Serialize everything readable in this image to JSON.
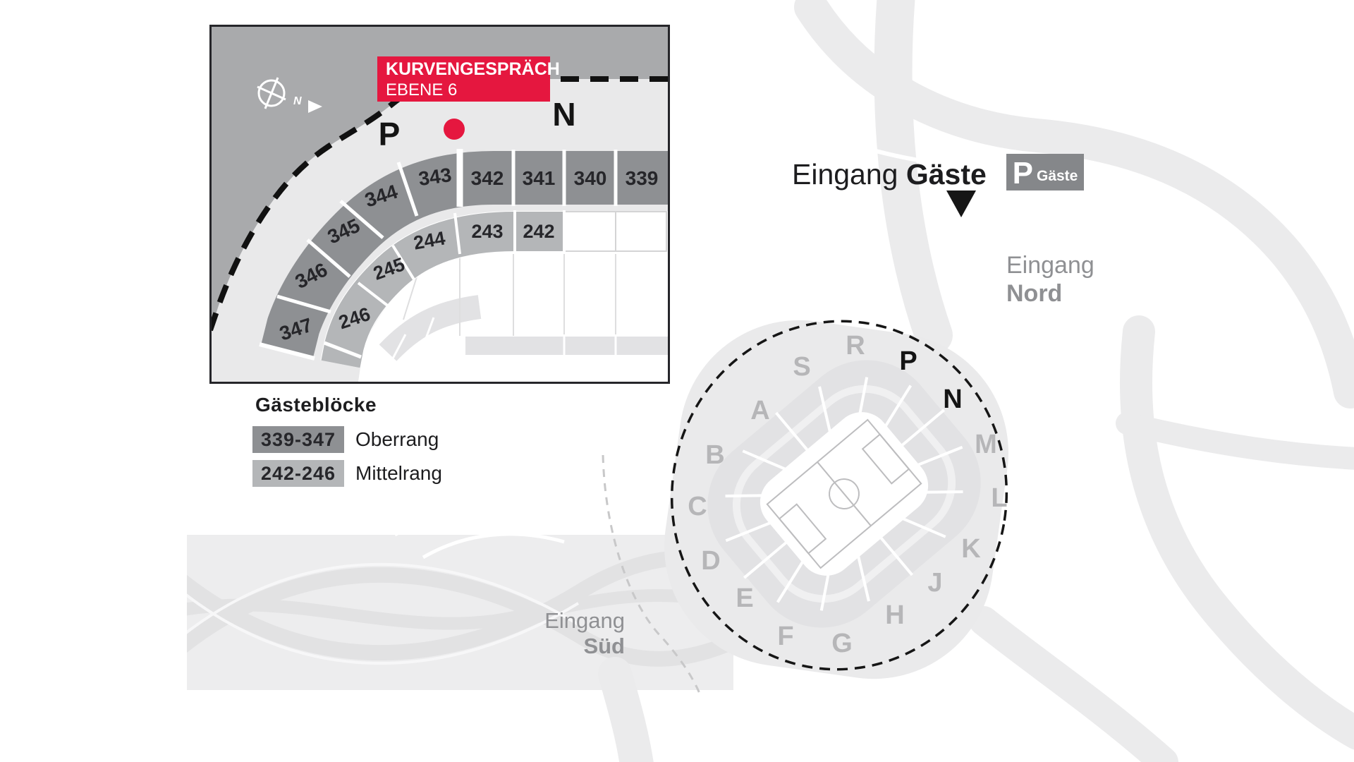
{
  "colors": {
    "accent_red": "#e5173f",
    "oberrang_gray": "#8e9093",
    "mittelrang_gray": "#b4b6b8",
    "inset_dark_gray": "#a9aaac",
    "badge_gray": "#85878a",
    "section_letter_gray": "#b6b6b8"
  },
  "inset": {
    "callout": {
      "title": "KURVENGESPRÄCH",
      "subtitle": "EBENE 6"
    },
    "compass": {
      "label": "N"
    },
    "stand_left": "P",
    "stand_right": "N",
    "oberrang": [
      "339",
      "340",
      "341",
      "342",
      "343",
      "344",
      "345",
      "346",
      "347"
    ],
    "mittelrang": [
      "242",
      "243",
      "244",
      "245",
      "246"
    ]
  },
  "legend": {
    "title": "Gästeblöcke",
    "items": [
      {
        "range": "339-347",
        "name": "Oberrang",
        "color": "#8e9093"
      },
      {
        "range": "242-246",
        "name": "Mittelrang",
        "color": "#b4b6b8"
      }
    ]
  },
  "labels": {
    "entrance_gaeste": {
      "prefix": "Eingang ",
      "name": "Gäste"
    },
    "entrance_nord": {
      "prefix": "Eingang",
      "name": "Nord"
    },
    "entrance_sued": {
      "prefix": "Eingang",
      "name": "Süd"
    },
    "parking": {
      "symbol": "P",
      "label": "Gäste"
    }
  },
  "overview": {
    "sections": [
      "S",
      "R",
      "P",
      "N",
      "M",
      "L",
      "K",
      "J",
      "H",
      "G",
      "F",
      "E",
      "D",
      "C",
      "B",
      "A"
    ],
    "highlighted": [
      "P",
      "N"
    ]
  }
}
